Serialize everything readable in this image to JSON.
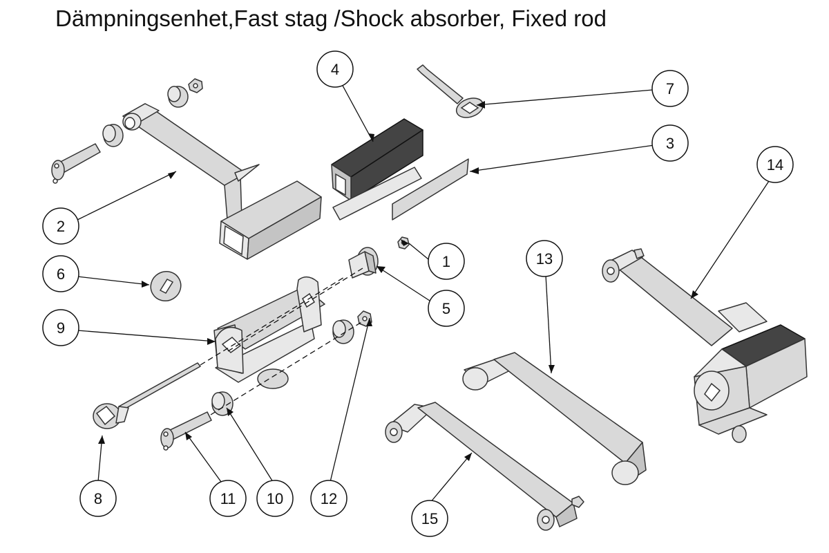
{
  "title": "Dämpningsenhet,Fast stag /Shock absorber, Fixed rod",
  "callouts": [
    {
      "label": "1"
    },
    {
      "label": "2"
    },
    {
      "label": "3"
    },
    {
      "label": "4"
    },
    {
      "label": "5"
    },
    {
      "label": "6"
    },
    {
      "label": "7"
    },
    {
      "label": "8"
    },
    {
      "label": "9"
    },
    {
      "label": "10"
    },
    {
      "label": "11"
    },
    {
      "label": "12"
    },
    {
      "label": "13"
    },
    {
      "label": "14"
    },
    {
      "label": "15"
    }
  ],
  "colors": {
    "part_fill": "#d9d9d9",
    "rubber_fill": "#444444",
    "outline": "#333333"
  }
}
